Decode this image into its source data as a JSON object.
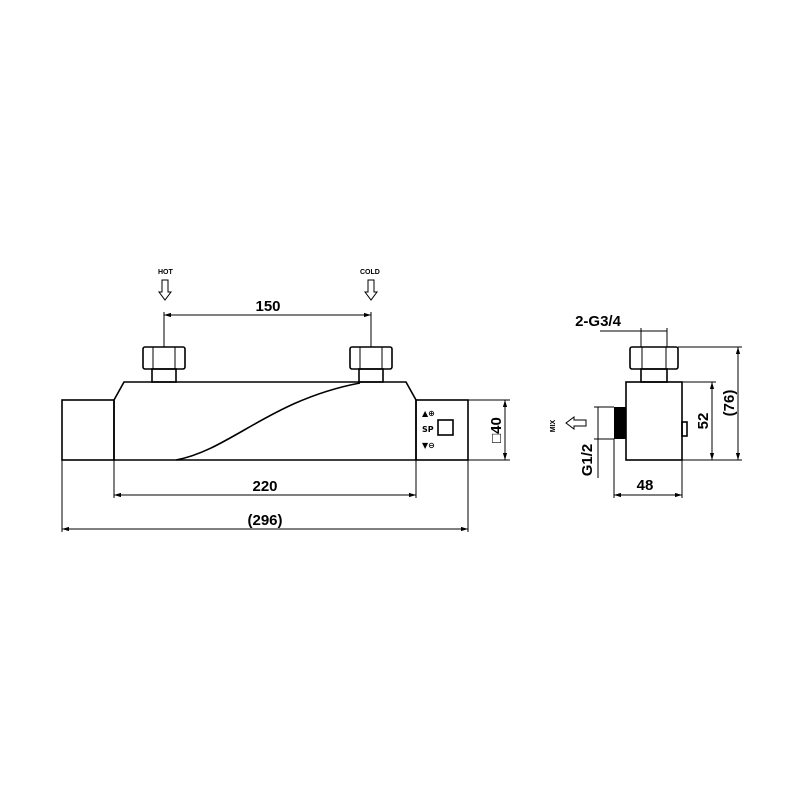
{
  "front_view": {
    "hot_label": "HOT",
    "cold_label": "COLD",
    "dim_inlet_spacing": "150",
    "dim_body_length": "220",
    "dim_overall_length": "(296)",
    "dim_section": "□40",
    "control_up": "▲⊕",
    "control_sp": "SP",
    "control_down": "▼⊖"
  },
  "side_view": {
    "dim_inlet_thread": "2-G3/4",
    "mix_label": "MIX",
    "dim_outlet_thread": "G1/2",
    "dim_depth": "48",
    "dim_body_height": "52",
    "dim_overall_height": "(76)"
  }
}
